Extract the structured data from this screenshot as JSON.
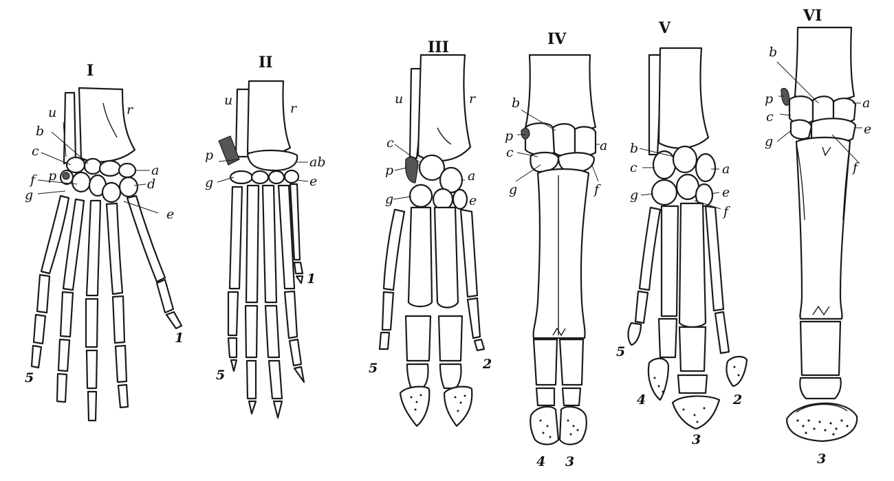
{
  "panels": [
    {
      "roman": "I",
      "labels": {
        "u": "u",
        "r": "r",
        "b": "b",
        "c": "c",
        "p": "p",
        "a": "a",
        "f": "f",
        "d": "d",
        "g": "g",
        "e": "e"
      },
      "digits": {
        "first": "1",
        "fifth": "5"
      }
    },
    {
      "roman": "II",
      "labels": {
        "u": "u",
        "r": "r",
        "p": "p",
        "ab": "ab",
        "g": "g",
        "e": "e"
      },
      "digits": {
        "first": "1",
        "fifth": "5"
      }
    },
    {
      "roman": "III",
      "labels": {
        "u": "u",
        "r": "r",
        "c": "c",
        "p": "p",
        "a": "a",
        "g": "g",
        "e": "e"
      },
      "digits": {
        "second": "2",
        "fifth": "5"
      }
    },
    {
      "roman": "IV",
      "labels": {
        "b": "b",
        "p": "p",
        "a": "a",
        "c": "c",
        "g": "g",
        "f": "f"
      },
      "digits": {
        "fourth": "4",
        "third": "3"
      }
    },
    {
      "roman": "V",
      "labels": {
        "b": "b",
        "c": "c",
        "a": "a",
        "g": "g",
        "e": "e",
        "f": "f"
      },
      "digits": {
        "fifth": "5",
        "fourth": "4",
        "third": "3",
        "second": "2"
      }
    },
    {
      "roman": "VI",
      "labels": {
        "b": "b",
        "p": "p",
        "a": "a",
        "c": "c",
        "e": "e",
        "g": "g",
        "f": "f"
      },
      "digits": {
        "third": "3"
      }
    }
  ]
}
